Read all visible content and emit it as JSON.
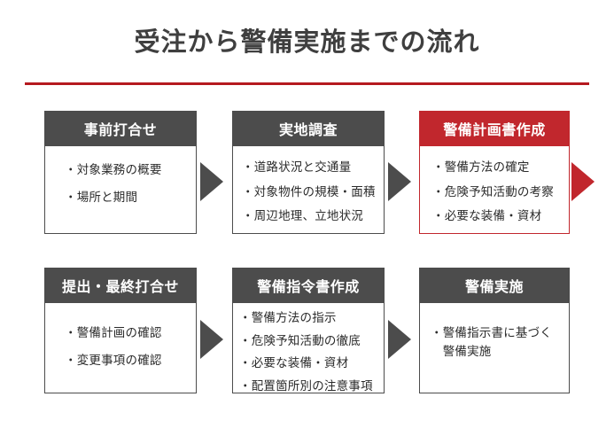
{
  "slide": {
    "title": "受注から警備実施までの流れ",
    "accent_color": "#c1272d",
    "rule_color": "#b5191f",
    "base_color": "#4c4c4c",
    "background": "#ffffff"
  },
  "flow": {
    "rows": [
      {
        "steps": [
          {
            "header": "事前打合せ",
            "theme": "gray",
            "bullets": [
              "・対象業務の概要",
              "・場所と期間"
            ],
            "arrow": {
              "present": true,
              "color": "gray"
            }
          },
          {
            "header": "実地調査",
            "theme": "gray",
            "bullets": [
              "・道路状況と交通量",
              "・対象物件の規模・面積",
              "・周辺地理、立地状況"
            ],
            "arrow": {
              "present": true,
              "color": "gray"
            }
          },
          {
            "header": "警備計画書作成",
            "theme": "red",
            "bullets": [
              "・警備方法の確定",
              "・危険予知活動の考察",
              "・必要な装備・資材"
            ],
            "arrow": {
              "present": true,
              "color": "red"
            }
          }
        ]
      },
      {
        "steps": [
          {
            "header": "提出・最終打合せ",
            "theme": "gray",
            "bullets": [
              "・警備計画の確認",
              "・変更事項の確認"
            ],
            "arrow": {
              "present": true,
              "color": "gray"
            }
          },
          {
            "header": "警備指令書作成",
            "theme": "gray",
            "bullets": [
              "・警備方法の指示",
              "・危険予知活動の徹底",
              "・必要な装備・資材",
              "・配置箇所別の注意事項"
            ],
            "arrow": {
              "present": true,
              "color": "gray"
            }
          },
          {
            "header": "警備実施",
            "theme": "gray",
            "bullets": [
              "・警備指示書に基づく\n　警備実施"
            ],
            "arrow": {
              "present": false,
              "color": "gray"
            }
          }
        ]
      }
    ]
  }
}
